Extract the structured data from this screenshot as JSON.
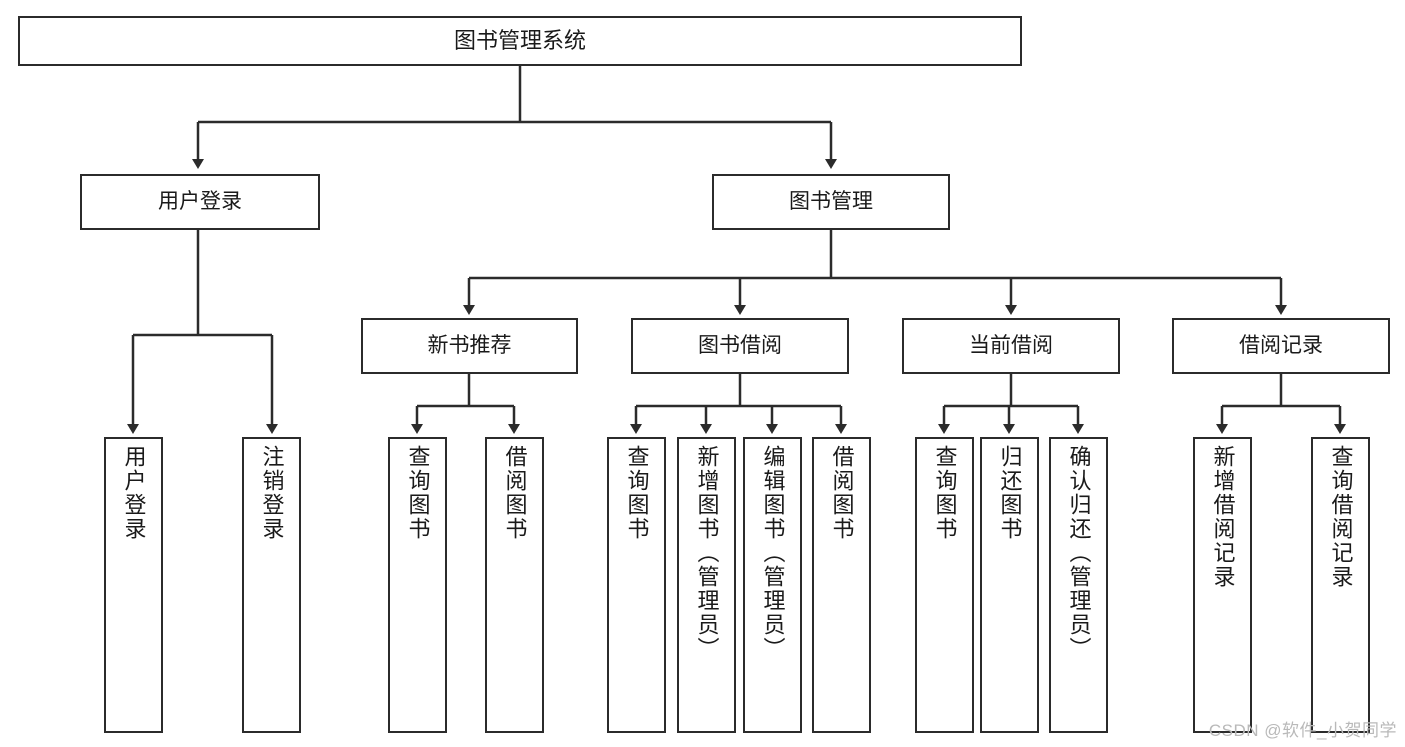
{
  "diagram": {
    "type": "tree",
    "title": "图书管理系统",
    "watermark": "CSDN @软件_小贺同学",
    "nodes": {
      "root": {
        "label": "图书管理系统"
      },
      "level2": [
        {
          "id": "user-login",
          "label": "用户登录"
        },
        {
          "id": "book-manage",
          "label": "图书管理"
        }
      ],
      "level3": [
        {
          "id": "new-book-recommend",
          "label": "新书推荐"
        },
        {
          "id": "book-borrow",
          "label": "图书借阅"
        },
        {
          "id": "current-borrow",
          "label": "当前借阅"
        },
        {
          "id": "borrow-record",
          "label": "借阅记录"
        }
      ],
      "leaves": [
        {
          "id": "leaf-user-login",
          "label": "用户登录",
          "parent": "user-login"
        },
        {
          "id": "leaf-user-logout",
          "label": "注销登录",
          "parent": "user-login"
        },
        {
          "id": "leaf-query-book-1",
          "label": "查询图书",
          "parent": "new-book-recommend"
        },
        {
          "id": "leaf-borrow-book-1",
          "label": "借阅图书",
          "parent": "new-book-recommend"
        },
        {
          "id": "leaf-query-book-2",
          "label": "查询图书",
          "parent": "book-borrow"
        },
        {
          "id": "leaf-add-book",
          "label": "新增图书（管理员）",
          "parent": "book-borrow"
        },
        {
          "id": "leaf-edit-book",
          "label": "编辑图书（管理员）",
          "parent": "book-borrow"
        },
        {
          "id": "leaf-borrow-book-2",
          "label": "借阅图书",
          "parent": "book-borrow"
        },
        {
          "id": "leaf-query-book-3",
          "label": "查询图书",
          "parent": "current-borrow"
        },
        {
          "id": "leaf-return-book",
          "label": "归还图书",
          "parent": "current-borrow"
        },
        {
          "id": "leaf-confirm-return",
          "label": "确认归还（管理员）",
          "parent": "current-borrow"
        },
        {
          "id": "leaf-add-record",
          "label": "新增借阅记录",
          "parent": "borrow-record"
        },
        {
          "id": "leaf-query-record",
          "label": "查询借阅记录",
          "parent": "borrow-record"
        }
      ]
    },
    "colors": {
      "stroke": "#2b2b2b",
      "fill": "#ffffff",
      "text": "#1a1a1a",
      "watermark": "#b9b9b9"
    }
  }
}
